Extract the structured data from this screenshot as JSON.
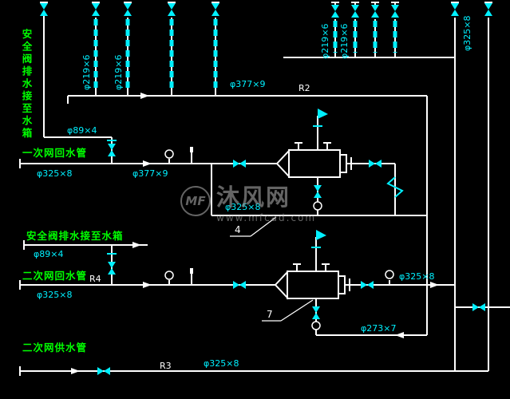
{
  "colors": {
    "background": "#000000",
    "pipe_white": "#ffffff",
    "valve_cyan": "#00f0ff",
    "dim_text_cyan": "#00f0ff",
    "title_text_green": "#00ff00",
    "ref_text_white": "#ffffff",
    "watermark_gray": "#9a9a9a"
  },
  "titles": {
    "safety_drain_vertical": "安全阀排水接至水箱",
    "safety_drain_mid": "安全阀排水接至水箱",
    "primary_return": "一次网回水管",
    "secondary_return": "二次网回水管",
    "secondary_supply": "二次网供水管"
  },
  "refs": {
    "r2": "R2",
    "r3": "R3",
    "r4": "R4",
    "tag_4": "4",
    "tag_7": "7"
  },
  "dims": {
    "d219": "φ219×6",
    "d325": "φ325×8",
    "d377": "φ377×9",
    "d89": "φ89×4",
    "d273": "φ273×7"
  },
  "watermark": {
    "logo": "MF",
    "brand": "沐风网",
    "url": "www.mfcad.com"
  }
}
